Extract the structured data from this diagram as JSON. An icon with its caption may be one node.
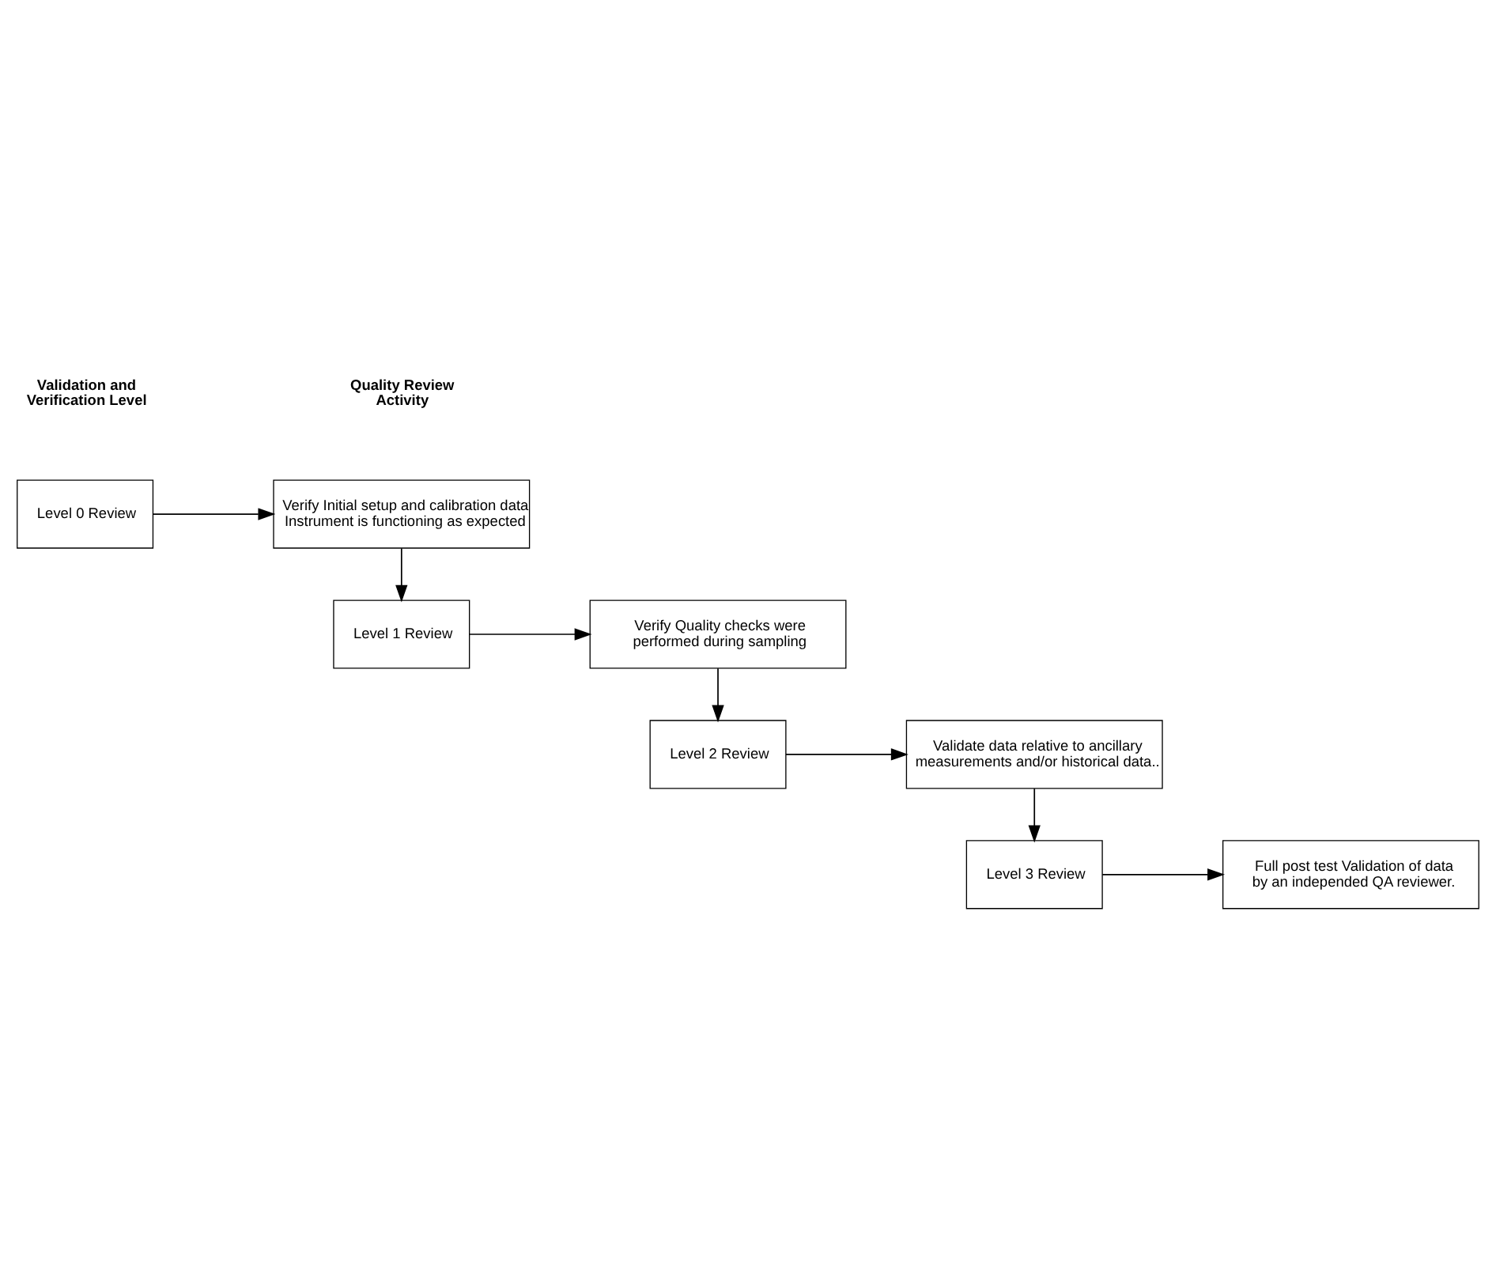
{
  "diagram": {
    "nodes": [
      {
        "text": [
          "Level 0 Review"
        ]
      },
      {
        "text": [
          "Verify Initial setup and calibration data",
          "Instrument is functioning as expected"
        ]
      },
      {
        "text": [
          "Level 1 Review"
        ]
      },
      {
        "text": [
          "Verify Quality checks were performed during sampling"
        ]
      },
      {
        "text": [
          "Level 2 Review"
        ]
      },
      {
        "text": [
          "Validate data relative to ancillary measurements and/or historical data.."
        ]
      },
      {
        "text": [
          "Level 3 Review"
        ]
      },
      {
        "text": [
          "Full post test Validation of data by an independed QA reviewer."
        ]
      }
    ],
    "edges": [
      {
        "from": 0,
        "to": 1,
        "arrow": "to"
      },
      {
        "from": 1,
        "to": 2,
        "arrow": "to"
      },
      {
        "from": 2,
        "to": 3,
        "arrow": "to"
      },
      {
        "from": 3,
        "to": 4,
        "arrow": "to"
      },
      {
        "from": 4,
        "to": 5,
        "arrow": "to"
      },
      {
        "from": 5,
        "to": 6,
        "arrow": "to"
      },
      {
        "from": 6,
        "to": 7,
        "arrow": "to"
      }
    ],
    "labels": [
      "Validation and Verification Level",
      "Quality Review Activity"
    ]
  }
}
